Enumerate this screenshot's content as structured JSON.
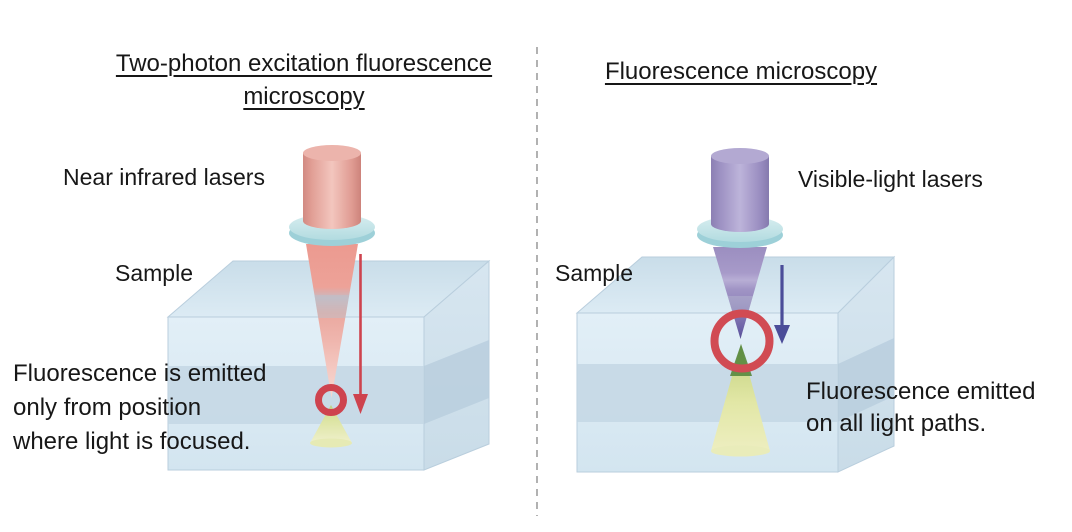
{
  "left_panel": {
    "title_line1": "Two-photon excitation fluorescence",
    "title_line2": "microscopy",
    "laser_label": "Near infrared lasers",
    "sample_label": "Sample",
    "caption_line1": "Fluorescence is emitted",
    "caption_line2": "only from position",
    "caption_line3": "where light is focused.",
    "laser_color": "#e8a098",
    "beam_color": "#ec9c92",
    "arrow_color": "#ce434e",
    "focus_ring_color": "#ce434e",
    "emission_color": "#dde49c"
  },
  "right_panel": {
    "title": "Fluorescence microscopy",
    "laser_label": "Visible-light lasers",
    "sample_label": "Sample",
    "caption_line1": "Fluorescence emitted",
    "caption_line2": "on all light paths.",
    "laser_color": "#a79bc9",
    "beam_color": "#9c90c2",
    "arrow_color": "#4b4d99",
    "focus_ring_color": "#d14b53",
    "emission_color": "#e2e7a6",
    "emission_tip_color": "#5a8a40"
  },
  "shared": {
    "lens_color": "#c3e4e9",
    "sample_box_color": "#d9e9f3",
    "divider_color": "#9e9e9e",
    "text_color": "#171717"
  }
}
